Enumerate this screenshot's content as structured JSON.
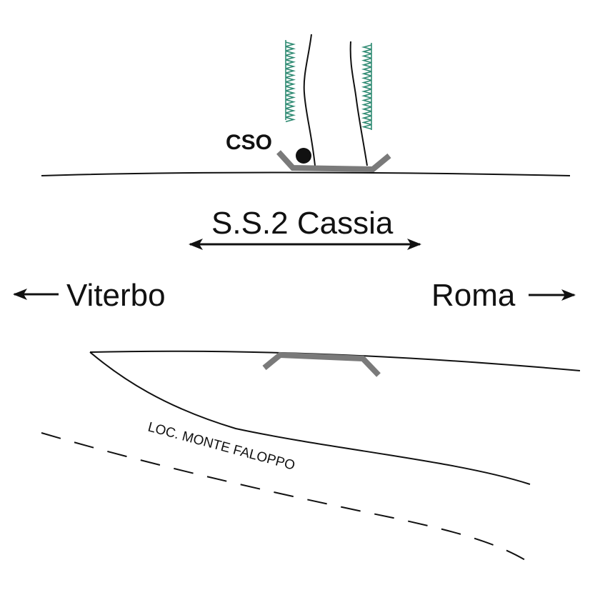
{
  "map": {
    "road_label": "S.S.2 Cassia",
    "left_direction": "Viterbo",
    "right_direction": "Roma",
    "point_label": "CSO",
    "locality_label": "LOC. MONTE FALOPPO"
  },
  "colors": {
    "line": "#111111",
    "bridge": "#7a7a7a",
    "vegetation": "#2e8a72",
    "point": "#111111"
  },
  "icons": {
    "arrow_left": "arrow-left-icon",
    "arrow_right": "arrow-right-icon",
    "arrow_double": "double-arrow-icon",
    "vegetation": "vegetation-bank-icon",
    "point": "monitoring-point-icon"
  }
}
